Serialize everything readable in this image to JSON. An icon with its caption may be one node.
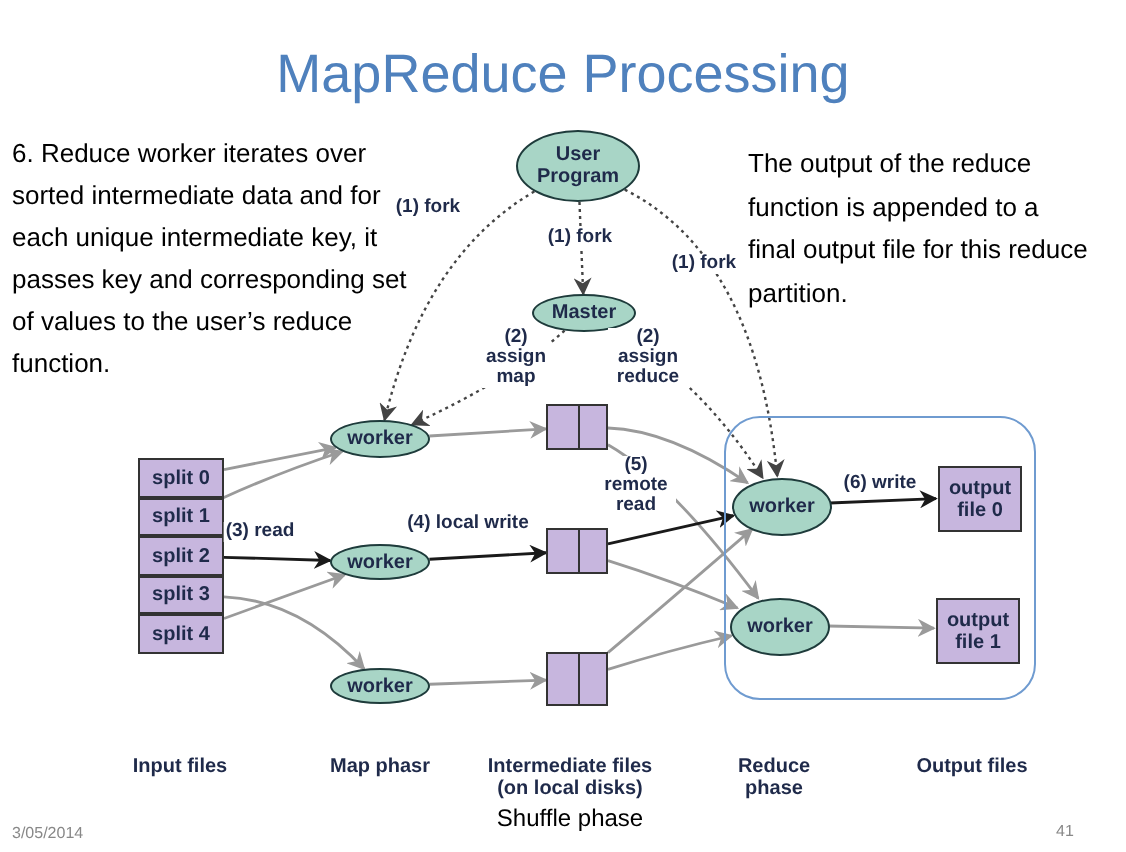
{
  "diagram": {
    "title": "MapReduce Processing",
    "nodes": [
      {
        "text": [
          "User Program"
        ]
      },
      {
        "text": [
          "Master"
        ]
      },
      {
        "text": [
          "worker"
        ]
      },
      {
        "text": [
          "split 0"
        ]
      },
      {
        "text": [
          "split 1"
        ]
      },
      {
        "text": [
          "split 2"
        ]
      },
      {
        "text": [
          "split 3"
        ]
      },
      {
        "text": [
          "split 4"
        ]
      },
      {
        "text": [
          "worker"
        ]
      },
      {
        "text": [
          "worker"
        ]
      },
      {
        "text": [],
        "shape": "box"
      },
      {
        "text": [],
        "shape": "box"
      },
      {
        "text": [],
        "shape": "box"
      },
      {
        "text": [],
        "shape": "box"
      },
      {
        "text": [
          "worker"
        ],
        "in": 13
      },
      {
        "text": [
          "output file 0"
        ],
        "in": 13
      },
      {
        "text": [
          "worker"
        ],
        "in": 13
      },
      {
        "text": [
          "output file 1"
        ],
        "in": 13
      }
    ],
    "edges": [
      {
        "from": 0,
        "to": 2,
        "arrow": "to",
        "label": "(1) fork",
        "style": "dashed",
        "color": "#444444"
      },
      {
        "from": 0,
        "to": 1,
        "arrow": "to",
        "label": "(1) fork",
        "style": "dashed",
        "color": "#444444"
      },
      {
        "from": 0,
        "to": 14,
        "arrow": "to",
        "label": "(1) fork",
        "style": "dashed",
        "color": "#444444"
      },
      {
        "from": 1,
        "to": 2,
        "arrow": "to",
        "label": "(2) assign map",
        "style": "dashed",
        "color": "#444444"
      },
      {
        "from": 1,
        "to": 14,
        "arrow": "to",
        "label": "(2) assign reduce",
        "style": "dashed",
        "color": "#444444"
      },
      {
        "from": 3,
        "to": 2,
        "arrow": "to"
      },
      {
        "from": 4,
        "to": 2,
        "arrow": "to"
      },
      {
        "from": 5,
        "to": 8,
        "arrow": "to",
        "label": "(3) read",
        "color": "#1a1a1a"
      },
      {
        "from": 6,
        "to": 9,
        "arrow": "to"
      },
      {
        "from": 7,
        "to": 8,
        "arrow": "to"
      },
      {
        "from": 2,
        "to": 10,
        "arrow": "to"
      },
      {
        "from": 8,
        "to": 11,
        "arrow": "to",
        "label": "(4) local write",
        "color": "#1a1a1a"
      },
      {
        "from": 9,
        "to": 12,
        "arrow": "to"
      },
      {
        "from": 10,
        "to": 14,
        "arrow": "to"
      },
      {
        "from": 10,
        "to": 16,
        "arrow": "to"
      },
      {
        "from": 11,
        "to": 14,
        "arrow": "to",
        "label": "(5) remote read",
        "color": "#1a1a1a"
      },
      {
        "from": 11,
        "to": 16,
        "arrow": "to"
      },
      {
        "from": 12,
        "to": 14,
        "arrow": "to"
      },
      {
        "from": 12,
        "to": 16,
        "arrow": "to"
      },
      {
        "from": 14,
        "to": 15,
        "arrow": "to",
        "label": "(6) write",
        "color": "#1a1a1a"
      },
      {
        "from": 16,
        "to": 17,
        "arrow": "to"
      }
    ],
    "labels": [
      "6. Reduce worker iterates over sorted intermediate data and for each unique intermediate key, it passes key and corresponding set of values to the user’s reduce function.",
      "The output of the reduce function is appended to a final output file for this reduce partition.",
      "Input files",
      "Map phasr",
      "Intermediate files (on local disks)",
      "Reduce phase",
      "Output files",
      "Shuffle phase",
      "3/05/2014",
      "41"
    ]
  }
}
